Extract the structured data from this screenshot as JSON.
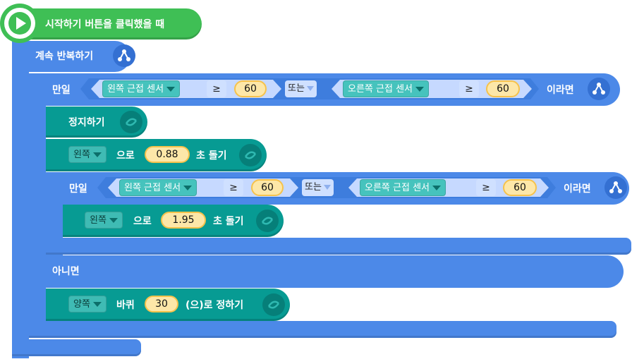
{
  "start_block": {
    "label": "시작하기 버튼을 클릭했을 때"
  },
  "forever_block": {
    "label": "계속 반복하기"
  },
  "if_else_block": {
    "if_label": "만일",
    "then_label": "이라면",
    "else_label": "아니면",
    "condition": {
      "left_sensor": "왼쪽 근접 센서",
      "left_op": "≥",
      "left_value": "60",
      "join": "또는",
      "right_sensor": "오른쪽 근접 센서",
      "right_op": "≥",
      "right_value": "60"
    }
  },
  "stop_block": {
    "label": "정지하기"
  },
  "turn_block_1": {
    "direction": "왼쪽",
    "text_a": "으로",
    "value": "0.88",
    "text_b": "초 돌기"
  },
  "inner_if_block": {
    "if_label": "만일",
    "then_label": "이라면",
    "condition": {
      "left_sensor": "왼쪽 근접 센서",
      "left_op": "≥",
      "left_value": "60",
      "join": "또는",
      "right_sensor": "오른쪽 근접 센서",
      "right_op": "≥",
      "right_value": "60"
    }
  },
  "turn_block_2": {
    "direction": "왼쪽",
    "text_a": "으로",
    "value": "1.95",
    "text_b": "초 돌기"
  },
  "wheel_block": {
    "side": "양쪽",
    "text_a": "바퀴",
    "value": "30",
    "text_b": "(으)로 정하기"
  },
  "colors": {
    "event_green": "#3fbf55",
    "control_blue": "#4c89e8",
    "hardware_teal": "#079b93",
    "value_yellow": "#fde7a8"
  }
}
